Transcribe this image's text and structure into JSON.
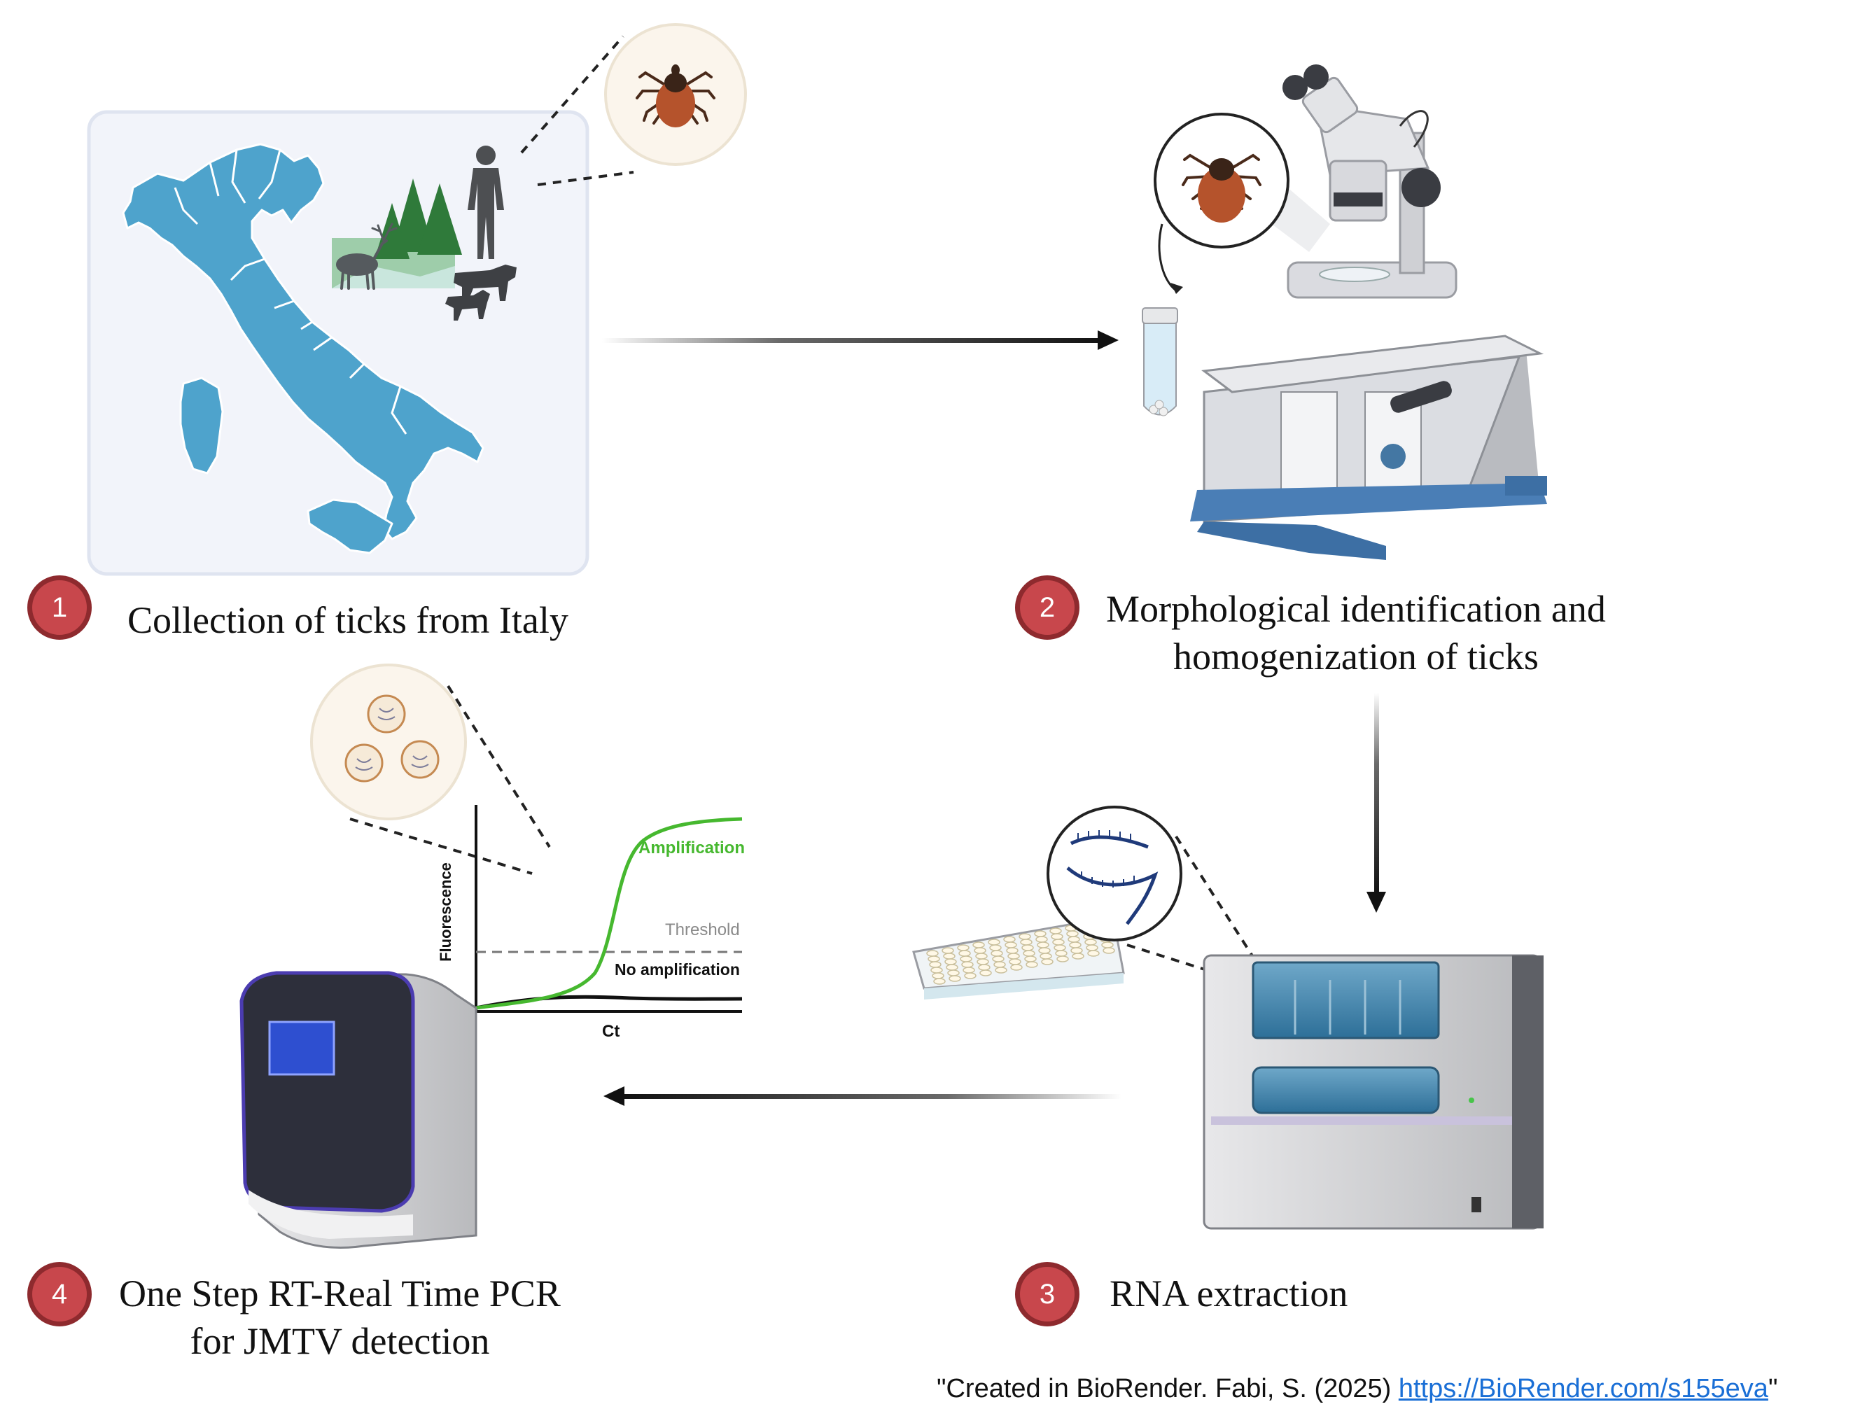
{
  "steps": [
    {
      "number": "1",
      "lines": [
        "Collection of ticks from Italy"
      ]
    },
    {
      "number": "2",
      "lines": [
        "Morphological identification and",
        "homogenization of ticks"
      ]
    },
    {
      "number": "3",
      "lines": [
        "RNA extraction"
      ]
    },
    {
      "number": "4",
      "lines": [
        "One Step RT-Real Time PCR",
        "for JMTV detection"
      ]
    }
  ],
  "chart_data": {
    "type": "line",
    "xlabel": "Ct",
    "ylabel": "Fluorescence",
    "series": [
      {
        "name": "Amplification",
        "color": "#46b82f",
        "shape": "sigmoid"
      },
      {
        "name": "No amplification",
        "color": "#111111",
        "shape": "flat"
      }
    ],
    "threshold_label": "Threshold",
    "grid": false
  },
  "credit": {
    "prefix": "\"Created in BioRender. Fabi, S. (2025) ",
    "link": "https://BioRender.com/s155eva",
    "suffix": "\""
  },
  "colors": {
    "badge_fill": "#c8474c",
    "badge_border": "#8e2a2e",
    "map_blue": "#4ea3cc",
    "tick_brown": "#b5532c",
    "amplification_green": "#46b82f",
    "link_blue": "#1a6fd6"
  }
}
